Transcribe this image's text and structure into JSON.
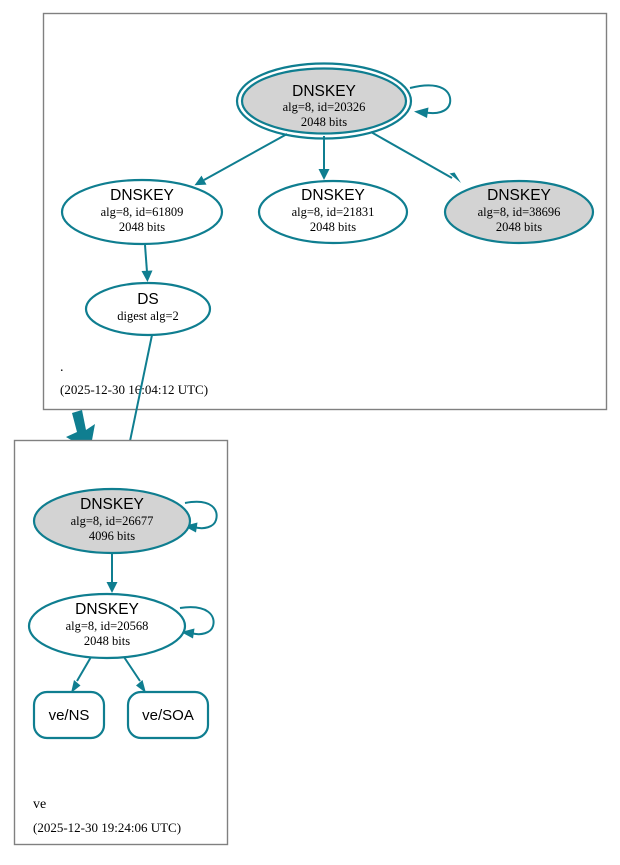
{
  "diagram": {
    "type": "dnssec-authentication-chain",
    "colors": {
      "edge": "#0f7e90",
      "node_stroke": "#0f7e90",
      "node_fill_secure": "#d3d3d3",
      "node_fill_plain": "#ffffff",
      "cluster_border": "#808080",
      "background": "#ffffff",
      "text": "#000000"
    }
  },
  "zones": [
    {
      "id": "root",
      "name": ".",
      "timestamp": "(2025-12-30 16:04:12 UTC)"
    },
    {
      "id": "ve",
      "name": "ve",
      "timestamp": "(2025-12-30 19:24:06 UTC)"
    }
  ],
  "nodes": {
    "root_ksk": {
      "type": "DNSKEY",
      "title": "DNSKEY",
      "params": "alg=8, id=20326",
      "size": "2048 bits",
      "fill": "gray",
      "double_border": true,
      "self_signed": true
    },
    "root_zsk_61809": {
      "type": "DNSKEY",
      "title": "DNSKEY",
      "params": "alg=8, id=61809",
      "size": "2048 bits",
      "fill": "white",
      "double_border": false,
      "self_signed": false
    },
    "root_zsk_21831": {
      "type": "DNSKEY",
      "title": "DNSKEY",
      "params": "alg=8, id=21831",
      "size": "2048 bits",
      "fill": "white",
      "double_border": false,
      "self_signed": false
    },
    "root_key_38696": {
      "type": "DNSKEY",
      "title": "DNSKEY",
      "params": "alg=8, id=38696",
      "size": "2048 bits",
      "fill": "gray",
      "double_border": false,
      "self_signed": false
    },
    "ds_ve": {
      "type": "DS",
      "title": "DS",
      "params": "digest alg=2",
      "size": "",
      "fill": "white",
      "double_border": false,
      "self_signed": false
    },
    "ve_ksk": {
      "type": "DNSKEY",
      "title": "DNSKEY",
      "params": "alg=8, id=26677",
      "size": "4096 bits",
      "fill": "gray",
      "double_border": false,
      "self_signed": true
    },
    "ve_zsk": {
      "type": "DNSKEY",
      "title": "DNSKEY",
      "params": "alg=8, id=20568",
      "size": "2048 bits",
      "fill": "white",
      "double_border": false,
      "self_signed": true
    },
    "ve_ns": {
      "type": "RRset",
      "title": "ve/NS",
      "params": "",
      "size": "",
      "fill": "white",
      "double_border": false,
      "self_signed": false
    },
    "ve_soa": {
      "type": "RRset",
      "title": "ve/SOA",
      "params": "",
      "size": "",
      "fill": "white",
      "double_border": false,
      "self_signed": false
    }
  },
  "edges": [
    {
      "from": "root_ksk",
      "to": "root_zsk_61809",
      "label": "RRSIG"
    },
    {
      "from": "root_ksk",
      "to": "root_zsk_21831",
      "label": "RRSIG"
    },
    {
      "from": "root_ksk",
      "to": "root_key_38696",
      "label": "RRSIG"
    },
    {
      "from": "root_ksk",
      "to": "root_ksk",
      "label": "self-signature"
    },
    {
      "from": "root_zsk_61809",
      "to": "ds_ve",
      "label": "RRSIG"
    },
    {
      "from": "ds_ve",
      "to": "ve_ksk",
      "label": "delegation"
    },
    {
      "from": "ve_ksk",
      "to": "ve_zsk",
      "label": "RRSIG"
    },
    {
      "from": "ve_ksk",
      "to": "ve_ksk",
      "label": "self-signature"
    },
    {
      "from": "ve_zsk",
      "to": "ve_zsk",
      "label": "self-signature"
    },
    {
      "from": "ve_zsk",
      "to": "ve_ns",
      "label": "RRSIG"
    },
    {
      "from": "ve_zsk",
      "to": "ve_soa",
      "label": "RRSIG"
    }
  ]
}
